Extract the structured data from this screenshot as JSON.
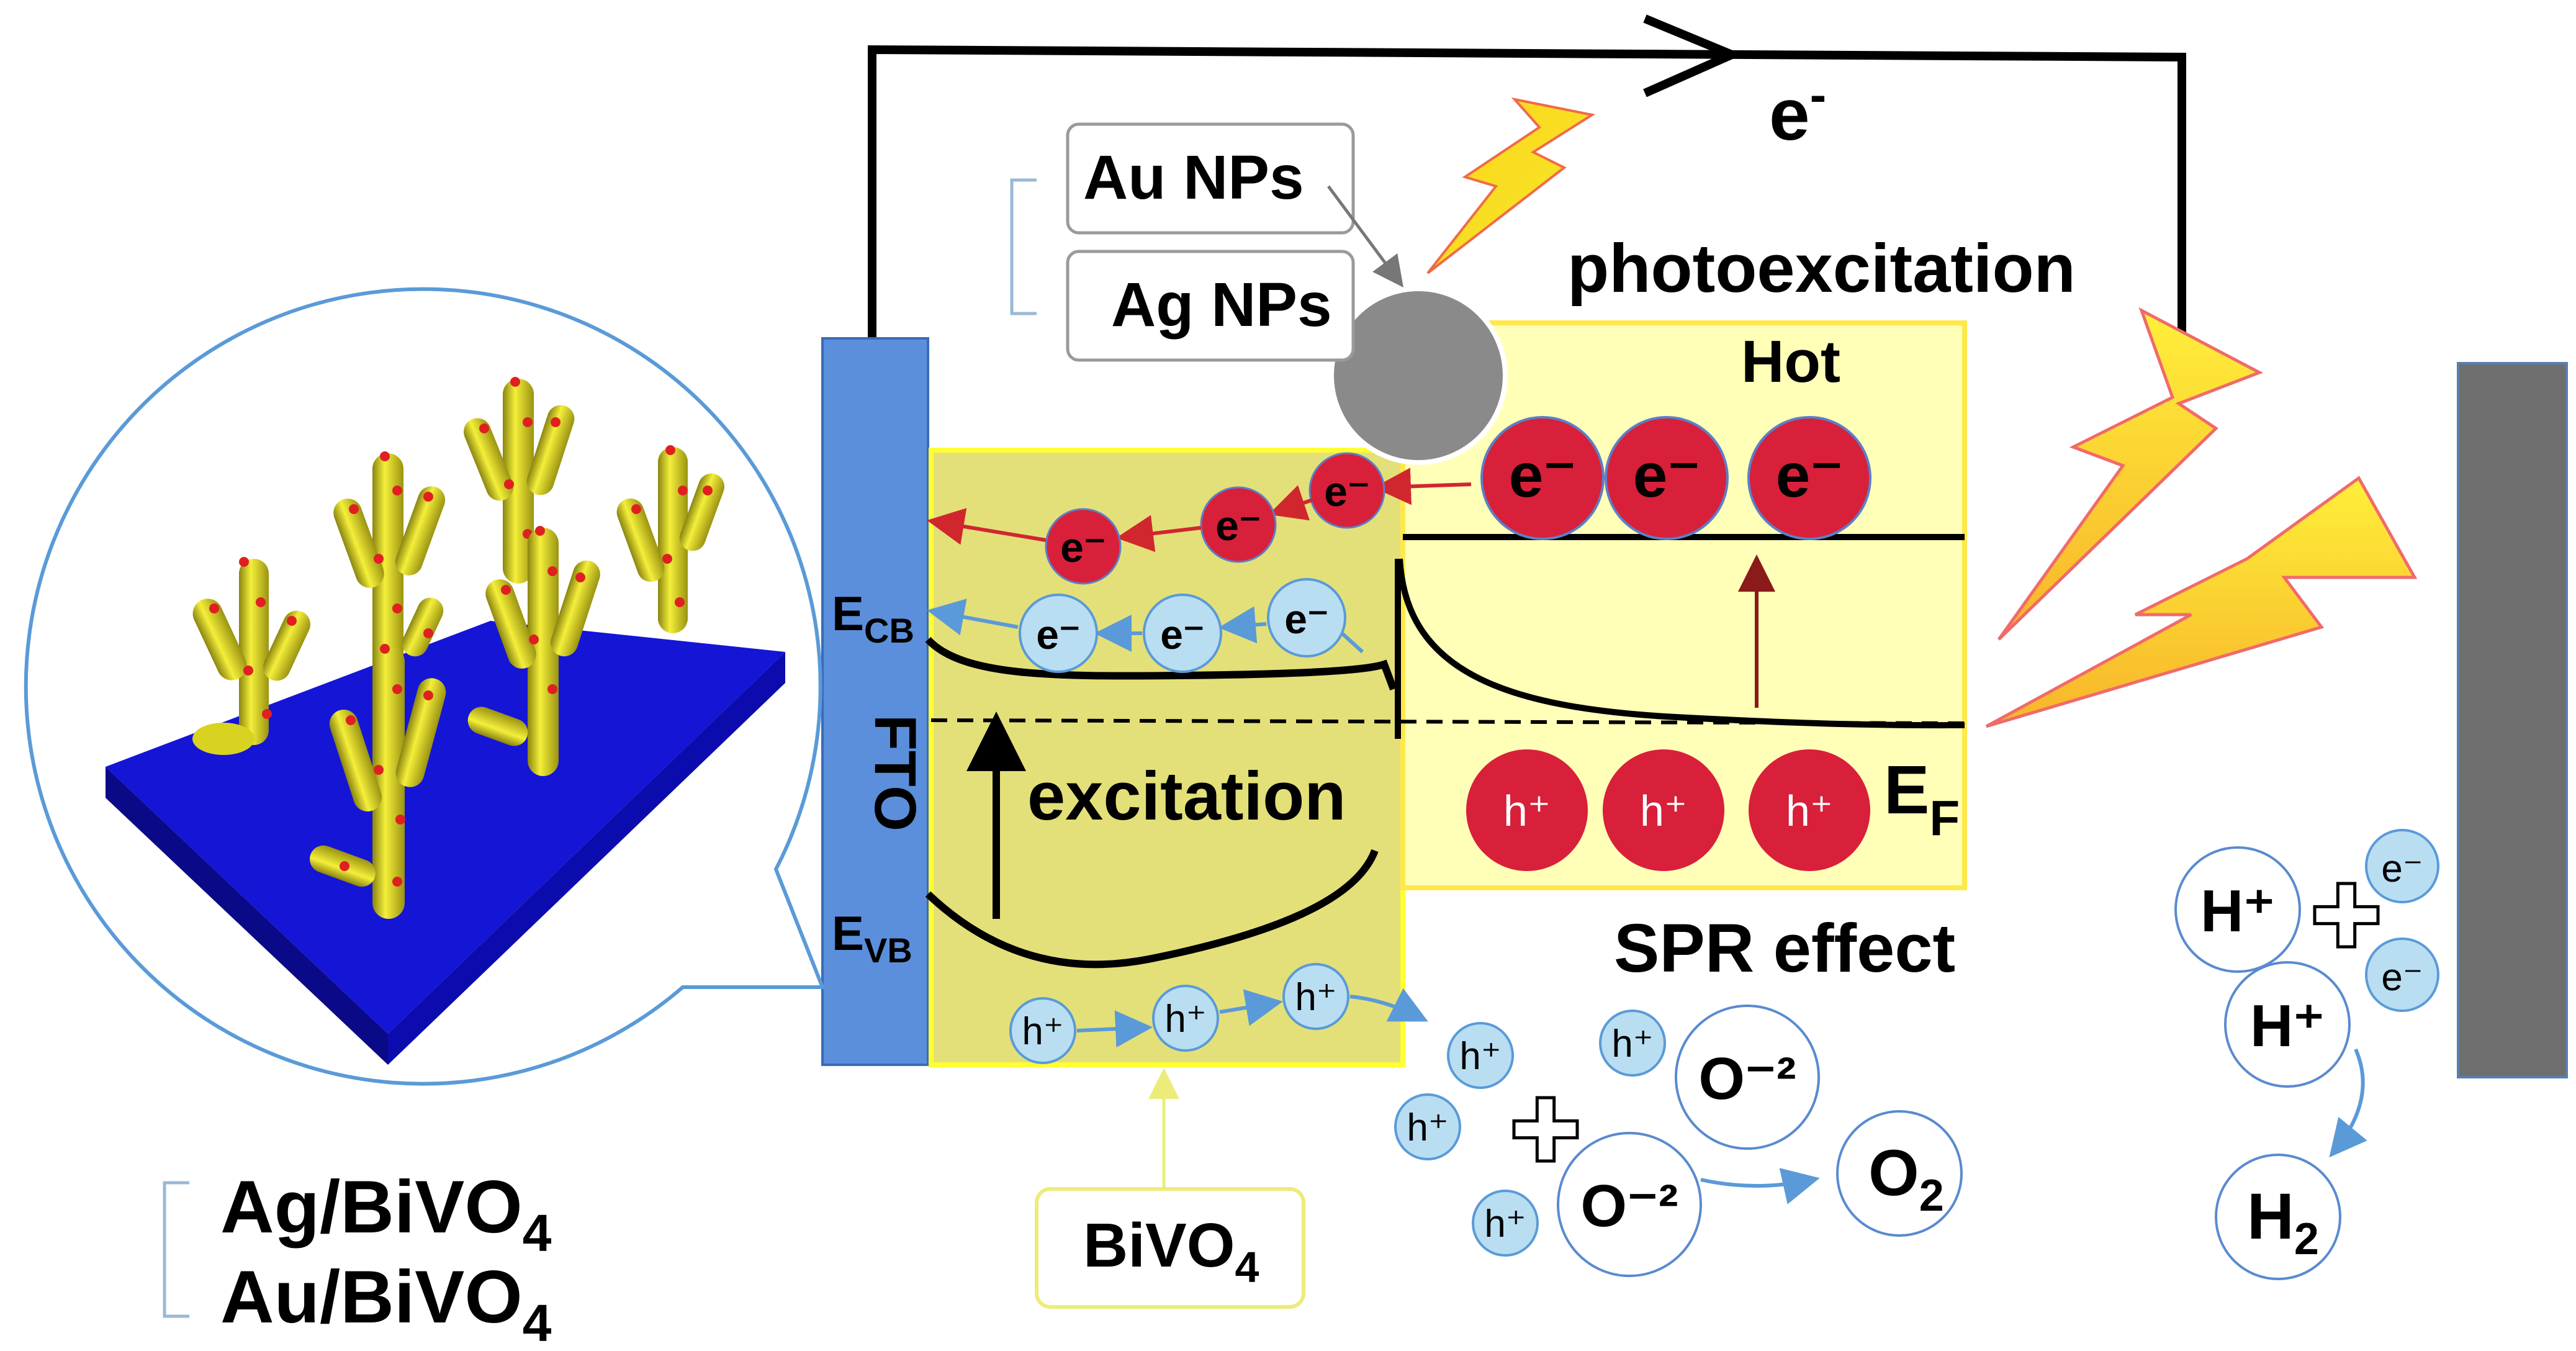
{
  "colors": {
    "fto": "#5b8fdc",
    "counter_electrode": "#6e6e6e",
    "bivo4_panel": "#e4e079",
    "bivo4_border": "#ffff33",
    "metal_panel": "#ffffb8",
    "metal_border": "#ffe84a",
    "hot_electron": "#d8203a",
    "carrier_light": "#b9def2",
    "nanoparticle": "#8a8a8a",
    "substrate": "#1515d6",
    "nanorod": "#e6e020",
    "arrow_red": "#d0272f",
    "arrow_blue": "#5a9ad8",
    "arrow_darkred": "#8b1a1a"
  },
  "labels": {
    "circuit_electron": "e",
    "circuit_electron_sup": "-",
    "au_nps": "Au NPs",
    "ag_nps": "Ag NPs",
    "photoexcitation": "photoexcitation",
    "hot": "Hot",
    "fto": "FTO",
    "ecb_main": "E",
    "ecb_sub": "CB",
    "evb_main": "E",
    "evb_sub": "VB",
    "excitation": "excitation",
    "ef_main": "E",
    "ef_sub": "F",
    "spr_effect": "SPR effect",
    "bivo4_main": "BiVO",
    "bivo4_sub": "4",
    "ag_bivo4_main": "Ag/BiVO",
    "ag_bivo4_sub": "4",
    "au_bivo4_main": "Au/BiVO",
    "au_bivo4_sub": "4",
    "o2_main": "O",
    "o2_sub": "2",
    "h2_main": "H",
    "h2_sub": "2",
    "o_minus2": "O⁻²",
    "h_plus_big": "H⁺",
    "electron_small": "e⁻",
    "electron_hot": "e⁻",
    "hole_small": "h⁺",
    "hole_big": "h⁺",
    "plus_sign": "✚"
  }
}
